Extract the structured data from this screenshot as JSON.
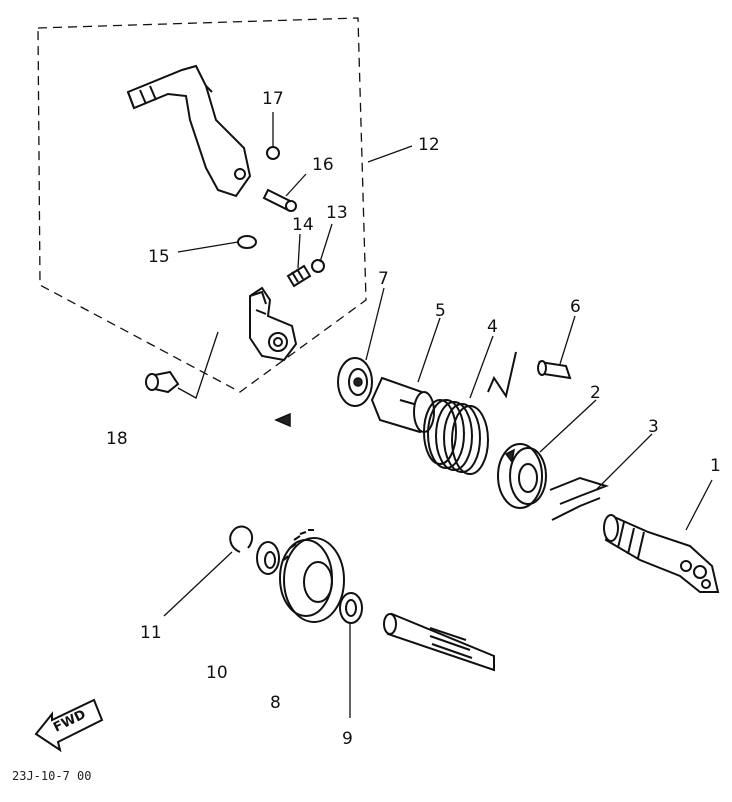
{
  "diagram": {
    "callouts": {
      "c1": "1",
      "c2": "2",
      "c3": "3",
      "c4": "4",
      "c5": "5",
      "c6": "6",
      "c7": "7",
      "c8": "8",
      "c9": "9",
      "c10": "10",
      "c11": "11",
      "c12": "12",
      "c13": "13",
      "c14": "14",
      "c15": "15",
      "c16": "16",
      "c17": "17",
      "c18": "18"
    },
    "direction_label": "FWD",
    "figure_code": "23J-10-7 00"
  }
}
